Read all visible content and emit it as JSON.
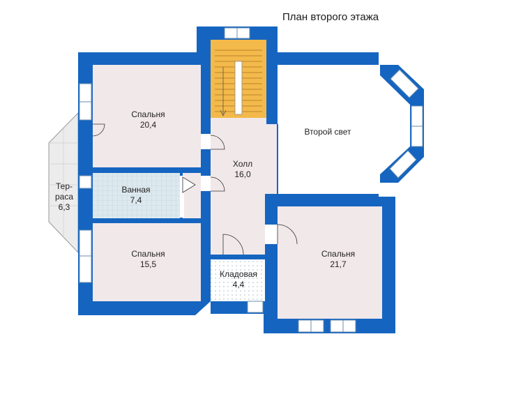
{
  "title": "План второго этажа",
  "colors": {
    "wall": "#1565c0",
    "room_fill": "#f1e8ea",
    "bath_tile": "#dde9ef",
    "stairs": "#f3b94a",
    "terrace": "#ececec",
    "window": "#ffffff"
  },
  "rooms": {
    "bedroom_top": {
      "name": "Спальня",
      "area": "20,4"
    },
    "bathroom": {
      "name": "Ванная",
      "area": "7,4"
    },
    "terrace": {
      "name_line1": "Тер-",
      "name_line2": "раса",
      "area": "6,3"
    },
    "bedroom_left": {
      "name": "Спальня",
      "area": "15,5"
    },
    "hall": {
      "name": "Холл",
      "area": "16,0"
    },
    "second_light": {
      "name": "Второй свет"
    },
    "storage": {
      "name": "Кладовая",
      "area": "4,4"
    },
    "bedroom_right": {
      "name": "Спальня",
      "area": "21,7"
    }
  }
}
